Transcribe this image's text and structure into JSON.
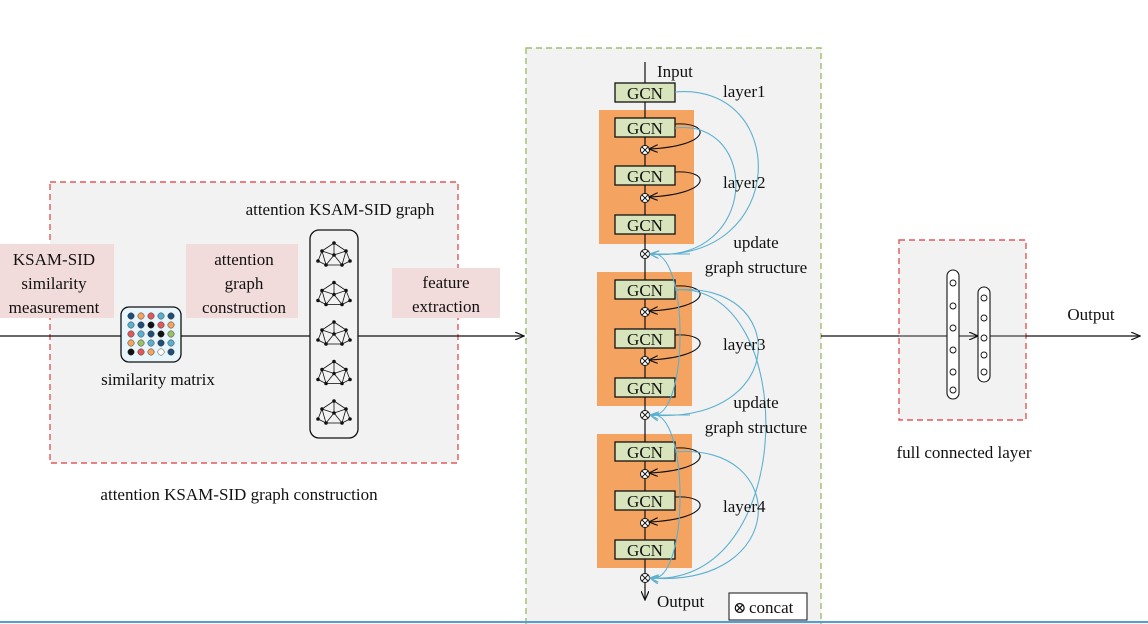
{
  "construction_panel": {
    "graph_title": "attention KSAM-SID graph",
    "caption": "attention KSAM-SID graph construction",
    "input_label": [
      "KSAM-SID",
      "similarity",
      "measurement"
    ],
    "step_label": [
      "attention",
      "graph",
      "construction"
    ],
    "feature_label": [
      "feature",
      "extraction"
    ],
    "matrix_caption": "similarity matrix"
  },
  "gcn_panel": {
    "input_label": "Input",
    "output_label": "Output",
    "block_label": "GCN",
    "layer1": "layer1",
    "layer2": "layer2",
    "layer3": "layer3",
    "layer4": "layer4",
    "update_label_line1": "update",
    "update_label_line2": "graph structure",
    "legend": "concat",
    "legend_symbol": "⊗"
  },
  "fc_panel": {
    "caption": "full connected layer",
    "output_label": "Output"
  },
  "colors": {
    "panel_fill": "#f2f2f2",
    "red_dash": "#e05a5a",
    "green_dash": "#9cbf6a",
    "label_bg": "#f2dcdb",
    "orange": "#f4a460",
    "gcn_fill": "#d8e4bc",
    "skip_line": "#5bb0d0"
  }
}
